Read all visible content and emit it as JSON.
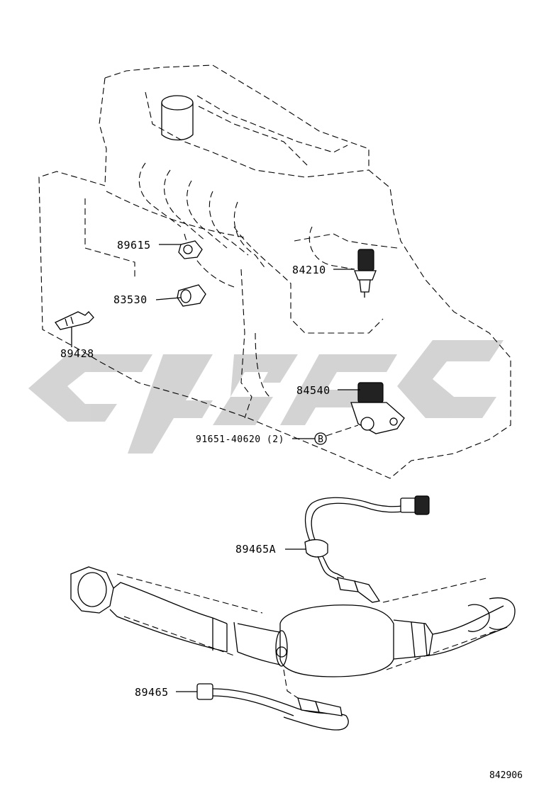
{
  "labels": {
    "p89615": "89615",
    "p83530": "83530",
    "p89428": "89428",
    "p84210": "84210",
    "p84540": "84540",
    "p91651": "91651-40620 (2)",
    "p89465A": "89465A",
    "p89465": "89465",
    "fastener_mark": "B"
  },
  "figure_number": "842906",
  "watermark": {
    "color": "#cfcfcf"
  },
  "colors": {
    "line": "#000000",
    "background": "#ffffff"
  }
}
